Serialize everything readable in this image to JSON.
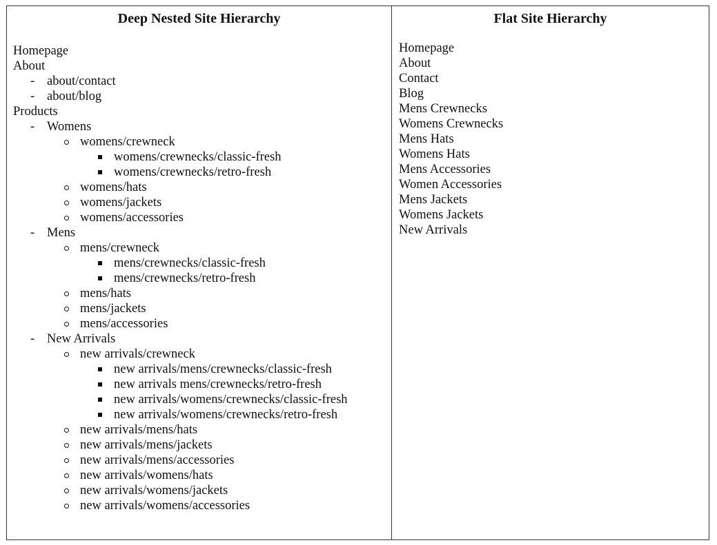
{
  "deep": {
    "title": "Deep Nested Site Hierarchy",
    "items": [
      {
        "level": 0,
        "text": "Homepage"
      },
      {
        "level": 0,
        "text": "About"
      },
      {
        "level": 1,
        "text": "about/contact"
      },
      {
        "level": 1,
        "text": "about/blog"
      },
      {
        "level": 0,
        "text": "Products"
      },
      {
        "level": 1,
        "text": "Womens"
      },
      {
        "level": 2,
        "text": "womens/crewneck"
      },
      {
        "level": 3,
        "text": "womens/crewnecks/classic-fresh"
      },
      {
        "level": 3,
        "text": "womens/crewnecks/retro-fresh"
      },
      {
        "level": 2,
        "text": "womens/hats"
      },
      {
        "level": 2,
        "text": "womens/jackets"
      },
      {
        "level": 2,
        "text": "womens/accessories"
      },
      {
        "level": 1,
        "text": "Mens"
      },
      {
        "level": 2,
        "text": "mens/crewneck"
      },
      {
        "level": 3,
        "text": "mens/crewnecks/classic-fresh"
      },
      {
        "level": 3,
        "text": "mens/crewnecks/retro-fresh"
      },
      {
        "level": 2,
        "text": "mens/hats"
      },
      {
        "level": 2,
        "text": "mens/jackets"
      },
      {
        "level": 2,
        "text": "mens/accessories"
      },
      {
        "level": 1,
        "text": "New Arrivals"
      },
      {
        "level": 2,
        "text": "new arrivals/crewneck"
      },
      {
        "level": 3,
        "text": "new arrivals/mens/crewnecks/classic-fresh"
      },
      {
        "level": 3,
        "text": "new arrivals mens/crewnecks/retro-fresh"
      },
      {
        "level": 3,
        "text": "new arrivals/womens/crewnecks/classic-fresh"
      },
      {
        "level": 3,
        "text": "new arrivals/womens/crewnecks/retro-fresh"
      },
      {
        "level": 2,
        "text": "new arrivals/mens/hats"
      },
      {
        "level": 2,
        "text": "new arrivals/mens/jackets"
      },
      {
        "level": 2,
        "text": "new arrivals/mens/accessories"
      },
      {
        "level": 2,
        "text": "new arrivals/womens/hats"
      },
      {
        "level": 2,
        "text": "new arrivals/womens/jackets"
      },
      {
        "level": 2,
        "text": "new arrivals/womens/accessories"
      }
    ]
  },
  "flat": {
    "title": "Flat Site Hierarchy",
    "items": [
      {
        "level": 0,
        "text": "Homepage"
      },
      {
        "level": 0,
        "text": "About"
      },
      {
        "level": 0,
        "text": "Contact"
      },
      {
        "level": 0,
        "text": "Blog"
      },
      {
        "level": 0,
        "text": "Mens Crewnecks"
      },
      {
        "level": 0,
        "text": "Womens Crewnecks"
      },
      {
        "level": 0,
        "text": "Mens Hats"
      },
      {
        "level": 0,
        "text": "Womens Hats"
      },
      {
        "level": 0,
        "text": "Mens Accessories"
      },
      {
        "level": 0,
        "text": "Women Accessories"
      },
      {
        "level": 0,
        "text": "Mens Jackets"
      },
      {
        "level": 0,
        "text": "Womens Jackets"
      },
      {
        "level": 0,
        "text": "New Arrivals"
      }
    ]
  },
  "markers": {
    "1": "-",
    "2": "o",
    "3": "▪"
  }
}
